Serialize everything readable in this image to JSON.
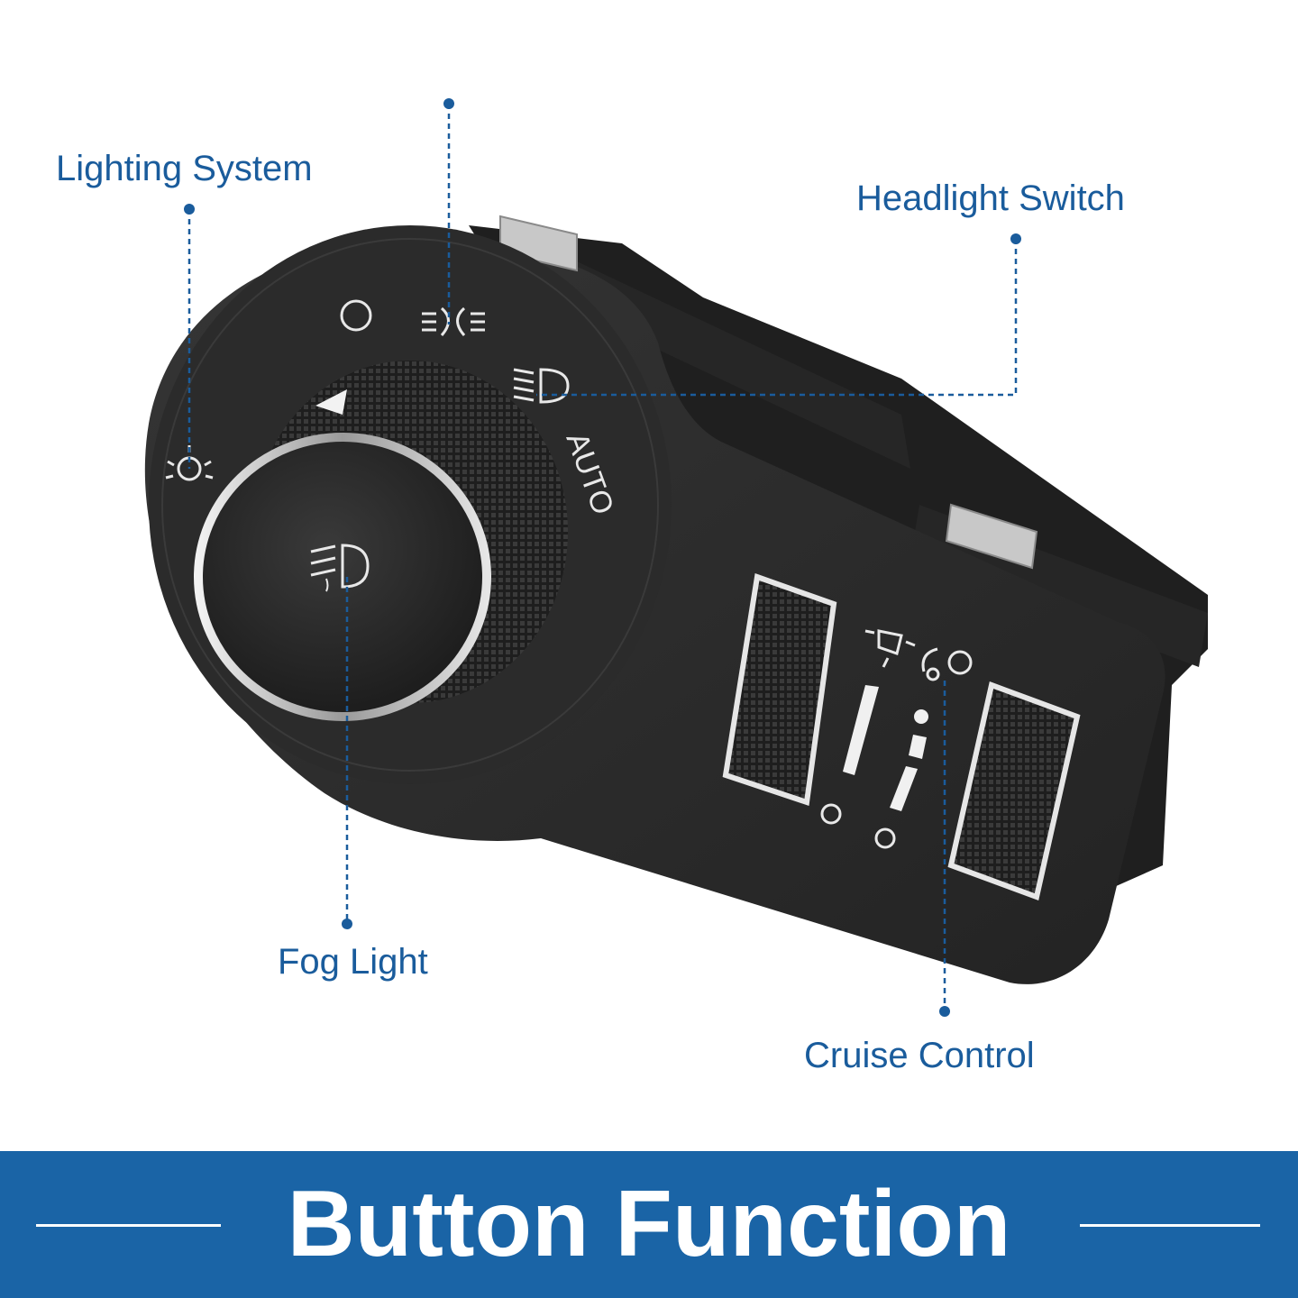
{
  "callouts": {
    "lighting_system": "Lighting System",
    "headlight_switch": "Headlight Switch",
    "fog_light": "Fog Light",
    "cruise_control": "Cruise Control"
  },
  "switch_labels": {
    "auto": "AUTO"
  },
  "banner": {
    "title": "Button Function"
  },
  "icons": [
    "off-circle-icon",
    "parking-light-icon",
    "low-beam-icon",
    "daytime-light-icon",
    "fog-light-icon",
    "dome-light-icon",
    "dimmer-gear-icon"
  ],
  "colors": {
    "accent": "#1a64a6",
    "callout_text": "#1a5c9c",
    "switch_body": "#2b2b2b",
    "chrome": "#d9d9d9"
  }
}
